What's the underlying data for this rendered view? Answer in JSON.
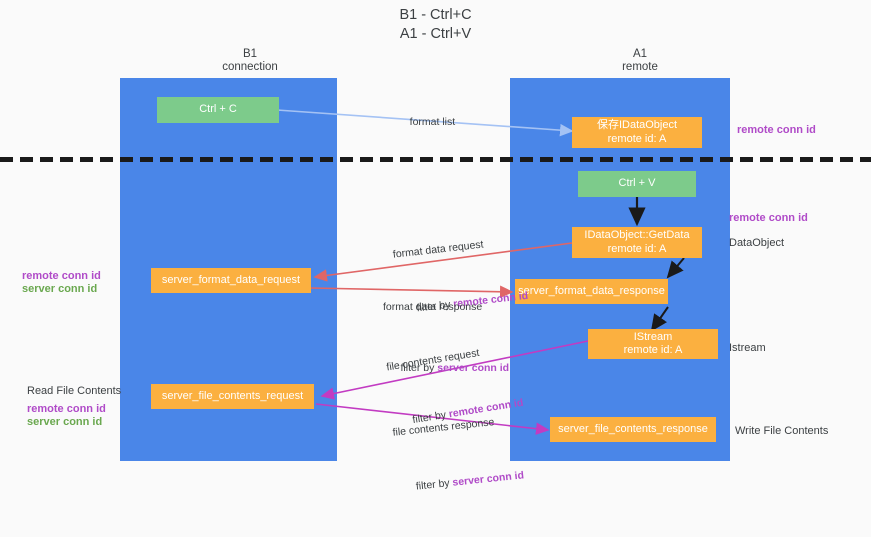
{
  "title": "B1 - Ctrl+C\nA1 - Ctrl+V",
  "lanes": [
    {
      "name": "B1",
      "sub": "connection",
      "label": "B1\nconnection"
    },
    {
      "name": "A1",
      "sub": "remote",
      "label": "A1\nremote"
    }
  ],
  "colors": {
    "lane": "#4a86e8",
    "node_orange": "#fbb040",
    "node_green": "#7dcb8b",
    "purple": "#b04bc8",
    "green_text": "#6aa84f",
    "arrow_blue": "#a4c2f4",
    "arrow_red": "#e06666",
    "arrow_magenta": "#c23bc2",
    "arrow_black": "#1a1a1a",
    "background": "#fafafa",
    "divider": "#1a1a1a"
  },
  "nodes": {
    "ctrl_c": {
      "line1": "Ctrl + C",
      "line2": ""
    },
    "ctrl_v": {
      "line1": "Ctrl + V",
      "line2": ""
    },
    "save_idataobject": {
      "line1": "保存IDataObject",
      "line2": "remote id: A"
    },
    "idataobject_getdata": {
      "line1": "IDataObject::GetData",
      "line2": "remote id: A"
    },
    "istream": {
      "line1": "IStream",
      "line2": "remote id: A"
    },
    "server_format_data_request": {
      "line1": "server_format_data_request",
      "line2": ""
    },
    "server_format_data_response": {
      "line1": "server_format_data_response",
      "line2": ""
    },
    "server_file_contents_request": {
      "line1": "server_file_contents_request",
      "line2": ""
    },
    "server_file_contents_response": {
      "line1": "server_file_contents_response",
      "line2": ""
    }
  },
  "edges": {
    "format_list": {
      "text": "format list"
    },
    "format_data_request": {
      "text": "format data request",
      "filter_prefix": "filter by ",
      "filter_key": "remote conn id"
    },
    "format_data_response": {
      "text": "format data response",
      "filter_prefix": "filter by ",
      "filter_key": "server conn id"
    },
    "file_contents_request": {
      "text": "file contents request",
      "filter_prefix": "filter by ",
      "filter_key": "remote conn id"
    },
    "file_contents_response": {
      "text": "file contents response",
      "filter_prefix": "filter by ",
      "filter_key": "server conn id"
    }
  },
  "annotations": {
    "right_remote_conn_id_top": "remote conn id",
    "right_remote_conn_id_mid": "remote conn id",
    "right_dataobject": "DataObject",
    "right_istream": "Istream",
    "right_write_file_contents": "Write File Contents",
    "left_remote_conn_id_mid": "remote conn id",
    "left_server_conn_id_mid": "server conn id",
    "left_read_file_contents": "Read File Contents",
    "left_remote_conn_id_bottom": "remote conn id",
    "left_server_conn_id_bottom": "server conn id"
  }
}
